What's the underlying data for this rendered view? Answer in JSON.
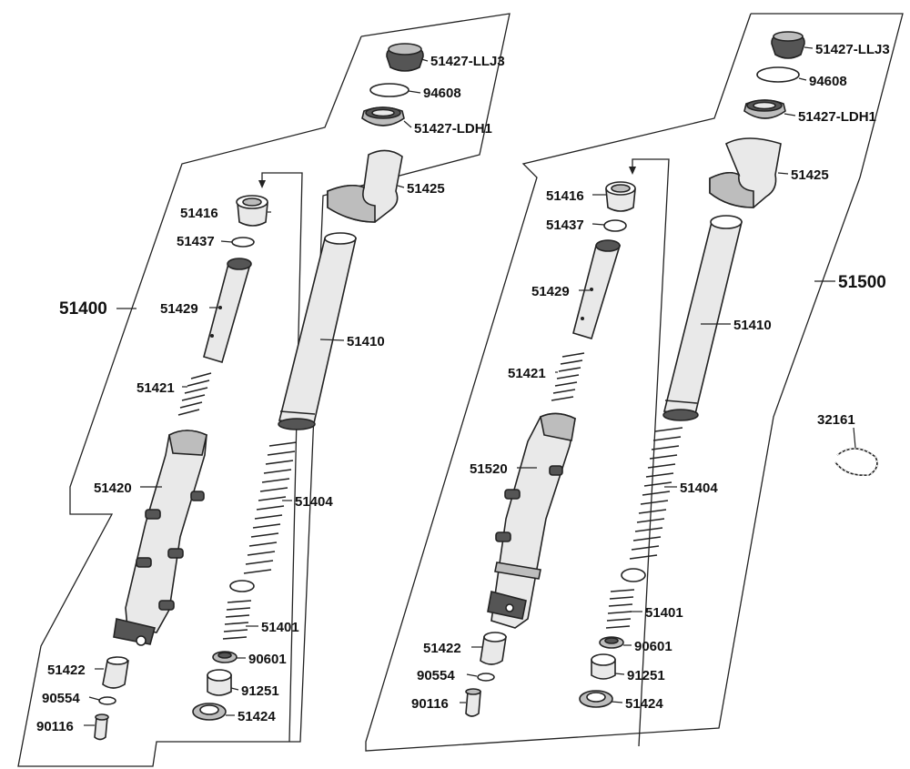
{
  "colors": {
    "ink": "#222222",
    "part_light": "#e9e9e9",
    "part_mid": "#bdbdbd",
    "part_dark": "#555555"
  },
  "assemblies": {
    "left": {
      "label": "51400"
    },
    "right": {
      "label": "51500"
    }
  },
  "left_parts": {
    "cap_top": "51427-LLJ3",
    "oring": "94608",
    "cap_lower": "51427-LDH1",
    "cover": "51425",
    "bushing": "51416",
    "washer": "51437",
    "rod": "51429",
    "small_spring": "51421",
    "outer_tube": "51410",
    "slider": "51420",
    "main_spring": "51404",
    "lower_spring": "51401",
    "seal": "90601",
    "collar": "91251",
    "oil_seal": "51424",
    "bottom_piece": "51422",
    "bottom_washer": "90554",
    "bolt": "90116"
  },
  "right_parts": {
    "cap_top": "51427-LLJ3",
    "oring": "94608",
    "cap_lower": "51427-LDH1",
    "cover": "51425",
    "bushing": "51416",
    "washer": "51437",
    "rod": "51429",
    "small_spring": "51421",
    "outer_tube": "51410",
    "slider": "51520",
    "main_spring": "51404",
    "lower_spring": "51401",
    "seal": "90601",
    "collar": "91251",
    "oil_seal": "51424",
    "bottom_piece": "51422",
    "bottom_washer": "90554",
    "bolt": "90116",
    "circlip": "32161"
  }
}
